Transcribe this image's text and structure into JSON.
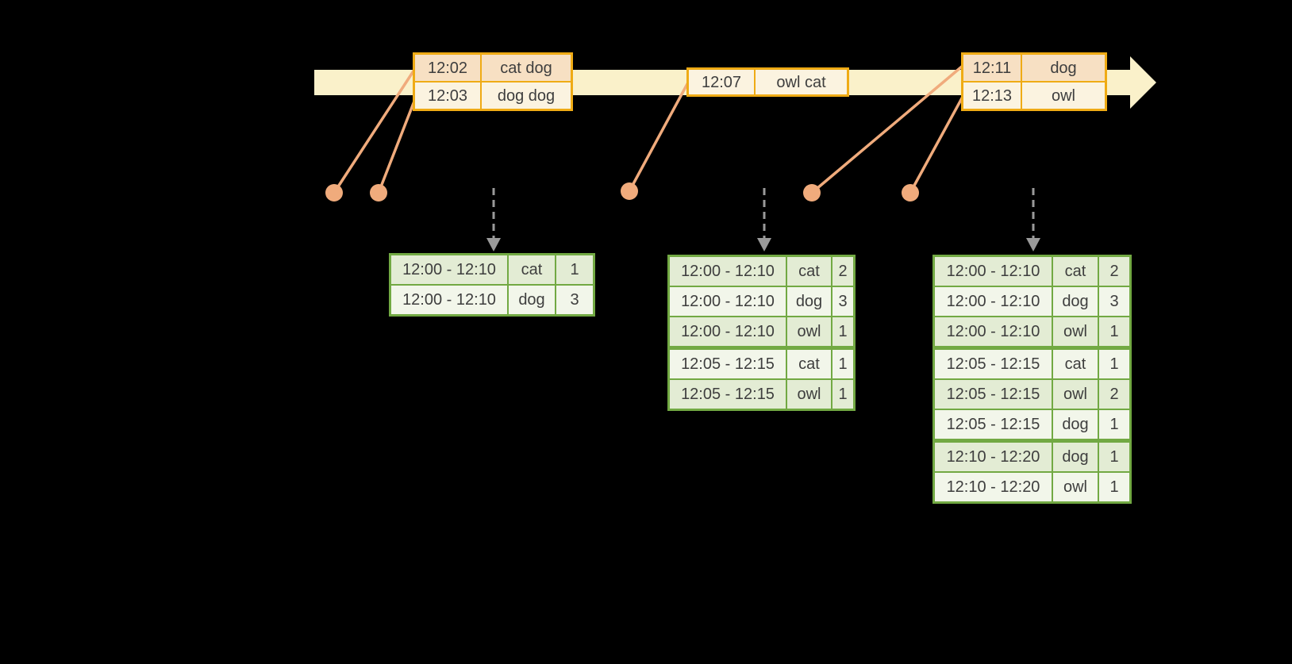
{
  "diagram": {
    "kind": "streaming-windowed-word-count-timeline",
    "background": "#000000"
  },
  "colors": {
    "timeline_fill": "#faf1ca",
    "event_table_border": "#efab15",
    "event_row_peach": "#f7e0c3",
    "event_row_cream": "#fbf3e0",
    "event_dot_line": "#f0ab7c",
    "result_table_border": "#72a943",
    "result_row_dark": "#e3ecd4",
    "result_row_light": "#f2f6ea",
    "trigger_arrow_gray": "#9a9a9a",
    "text": "#3e3e3e"
  },
  "event_tables": [
    {
      "rows": [
        {
          "time": "12:02",
          "words": "cat dog",
          "tone": "peach"
        },
        {
          "time": "12:03",
          "words": "dog dog",
          "tone": "cream"
        }
      ]
    },
    {
      "rows": [
        {
          "time": "12:07",
          "words": "owl cat",
          "tone": "cream"
        }
      ]
    },
    {
      "rows": [
        {
          "time": "12:11",
          "words": "dog",
          "tone": "peach"
        },
        {
          "time": "12:13",
          "words": "owl",
          "tone": "cream"
        }
      ]
    }
  ],
  "result_tables": [
    {
      "group_sizes": [
        2
      ],
      "rows": [
        {
          "window": "12:00 - 12:10",
          "word": "cat",
          "count": "1"
        },
        {
          "window": "12:00 - 12:10",
          "word": "dog",
          "count": "3"
        }
      ]
    },
    {
      "group_sizes": [
        3,
        2
      ],
      "rows": [
        {
          "window": "12:00 - 12:10",
          "word": "cat",
          "count": "2"
        },
        {
          "window": "12:00 - 12:10",
          "word": "dog",
          "count": "3"
        },
        {
          "window": "12:00 - 12:10",
          "word": "owl",
          "count": "1"
        },
        {
          "window": "12:05 - 12:15",
          "word": "cat",
          "count": "1"
        },
        {
          "window": "12:05 - 12:15",
          "word": "owl",
          "count": "1"
        }
      ]
    },
    {
      "group_sizes": [
        3,
        3,
        2
      ],
      "rows": [
        {
          "window": "12:00 - 12:10",
          "word": "cat",
          "count": "2"
        },
        {
          "window": "12:00 - 12:10",
          "word": "dog",
          "count": "3"
        },
        {
          "window": "12:00 - 12:10",
          "word": "owl",
          "count": "1"
        },
        {
          "window": "12:05 - 12:15",
          "word": "cat",
          "count": "1"
        },
        {
          "window": "12:05 - 12:15",
          "word": "owl",
          "count": "2"
        },
        {
          "window": "12:05 - 12:15",
          "word": "dog",
          "count": "1"
        },
        {
          "window": "12:10 - 12:20",
          "word": "dog",
          "count": "1"
        },
        {
          "window": "12:10 - 12:20",
          "word": "owl",
          "count": "1"
        }
      ]
    }
  ]
}
